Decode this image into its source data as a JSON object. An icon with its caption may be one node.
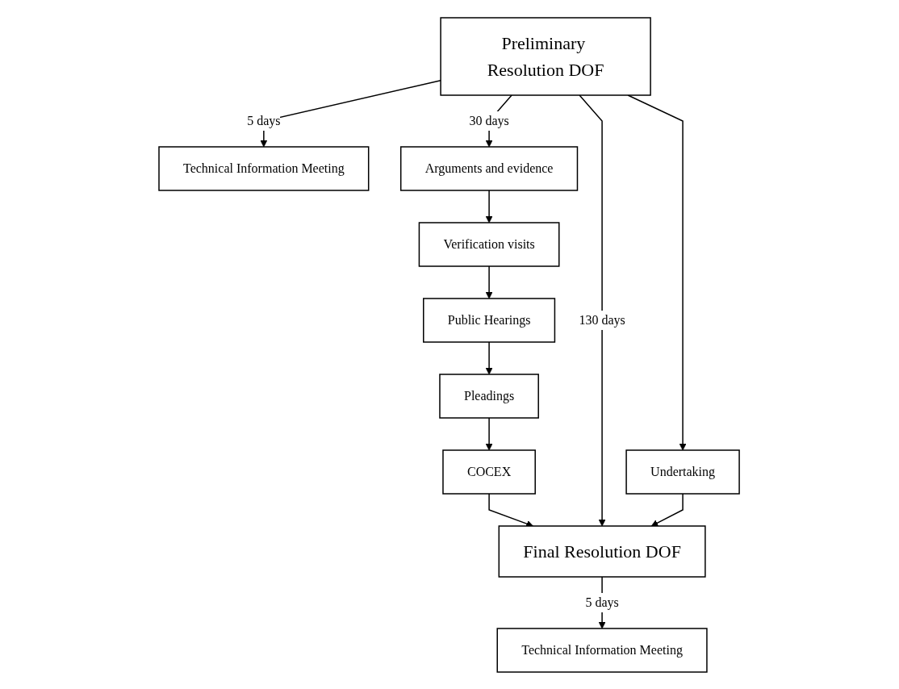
{
  "diagram": {
    "nodes": [
      {
        "text": [
          "Preliminary Resolution DOF"
        ]
      },
      {
        "text": [
          "Technical Information Meeting"
        ]
      },
      {
        "text": [
          "Arguments and evidence"
        ]
      },
      {
        "text": [
          "Verification visits"
        ]
      },
      {
        "text": [
          "Public Hearings"
        ]
      },
      {
        "text": [
          "Pleadings"
        ]
      },
      {
        "text": [
          "COCEX"
        ]
      },
      {
        "text": [
          "Undertaking"
        ]
      },
      {
        "text": [
          "Final Resolution DOF"
        ]
      },
      {
        "text": [
          "Technical Information Meeting"
        ]
      }
    ],
    "edges": [
      {
        "from": 0,
        "to": 1,
        "arrow": "to",
        "label": "5 days"
      },
      {
        "from": 0,
        "to": 2,
        "arrow": "to",
        "label": "30 days"
      },
      {
        "from": 2,
        "to": 3,
        "arrow": "to"
      },
      {
        "from": 3,
        "to": 4,
        "arrow": "to"
      },
      {
        "from": 4,
        "to": 5,
        "arrow": "to"
      },
      {
        "from": 5,
        "to": 6,
        "arrow": "to"
      },
      {
        "from": 6,
        "to": 8,
        "arrow": "to"
      },
      {
        "from": 0,
        "to": 8,
        "arrow": "to",
        "label": "130 days"
      },
      {
        "from": 0,
        "to": 7,
        "arrow": "to"
      },
      {
        "from": 7,
        "to": 8,
        "arrow": "to"
      },
      {
        "from": 8,
        "to": 9,
        "arrow": "to",
        "label": "5 days"
      }
    ]
  }
}
